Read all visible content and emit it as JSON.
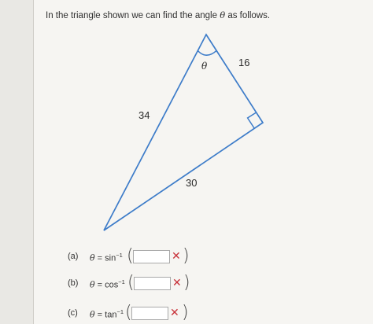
{
  "prompt": {
    "before": "In the triangle shown we can find the angle ",
    "symbol": "θ",
    "after": " as follows."
  },
  "figure": {
    "angle_label": "θ",
    "side_hypotenuse": "34",
    "side_opposite_short": "16",
    "side_long": "30",
    "stroke_color": "#3d7cc9"
  },
  "questions": [
    {
      "part": "(a)",
      "theta": "θ",
      "equals": " = ",
      "func": "sin",
      "exp": "−1",
      "answer": "",
      "status_mark": "✕"
    },
    {
      "part": "(b)",
      "theta": "θ",
      "equals": " = ",
      "func": "cos",
      "exp": "−1",
      "answer": "",
      "status_mark": "✕"
    },
    {
      "part": "(c)",
      "theta": "θ",
      "equals": " = ",
      "func": "tan",
      "exp": "−1",
      "answer": "",
      "status_mark": "✕"
    }
  ],
  "colors": {
    "incorrect": "#c8323a",
    "panel": "#f6f5f2",
    "background": "#e9e8e4"
  }
}
